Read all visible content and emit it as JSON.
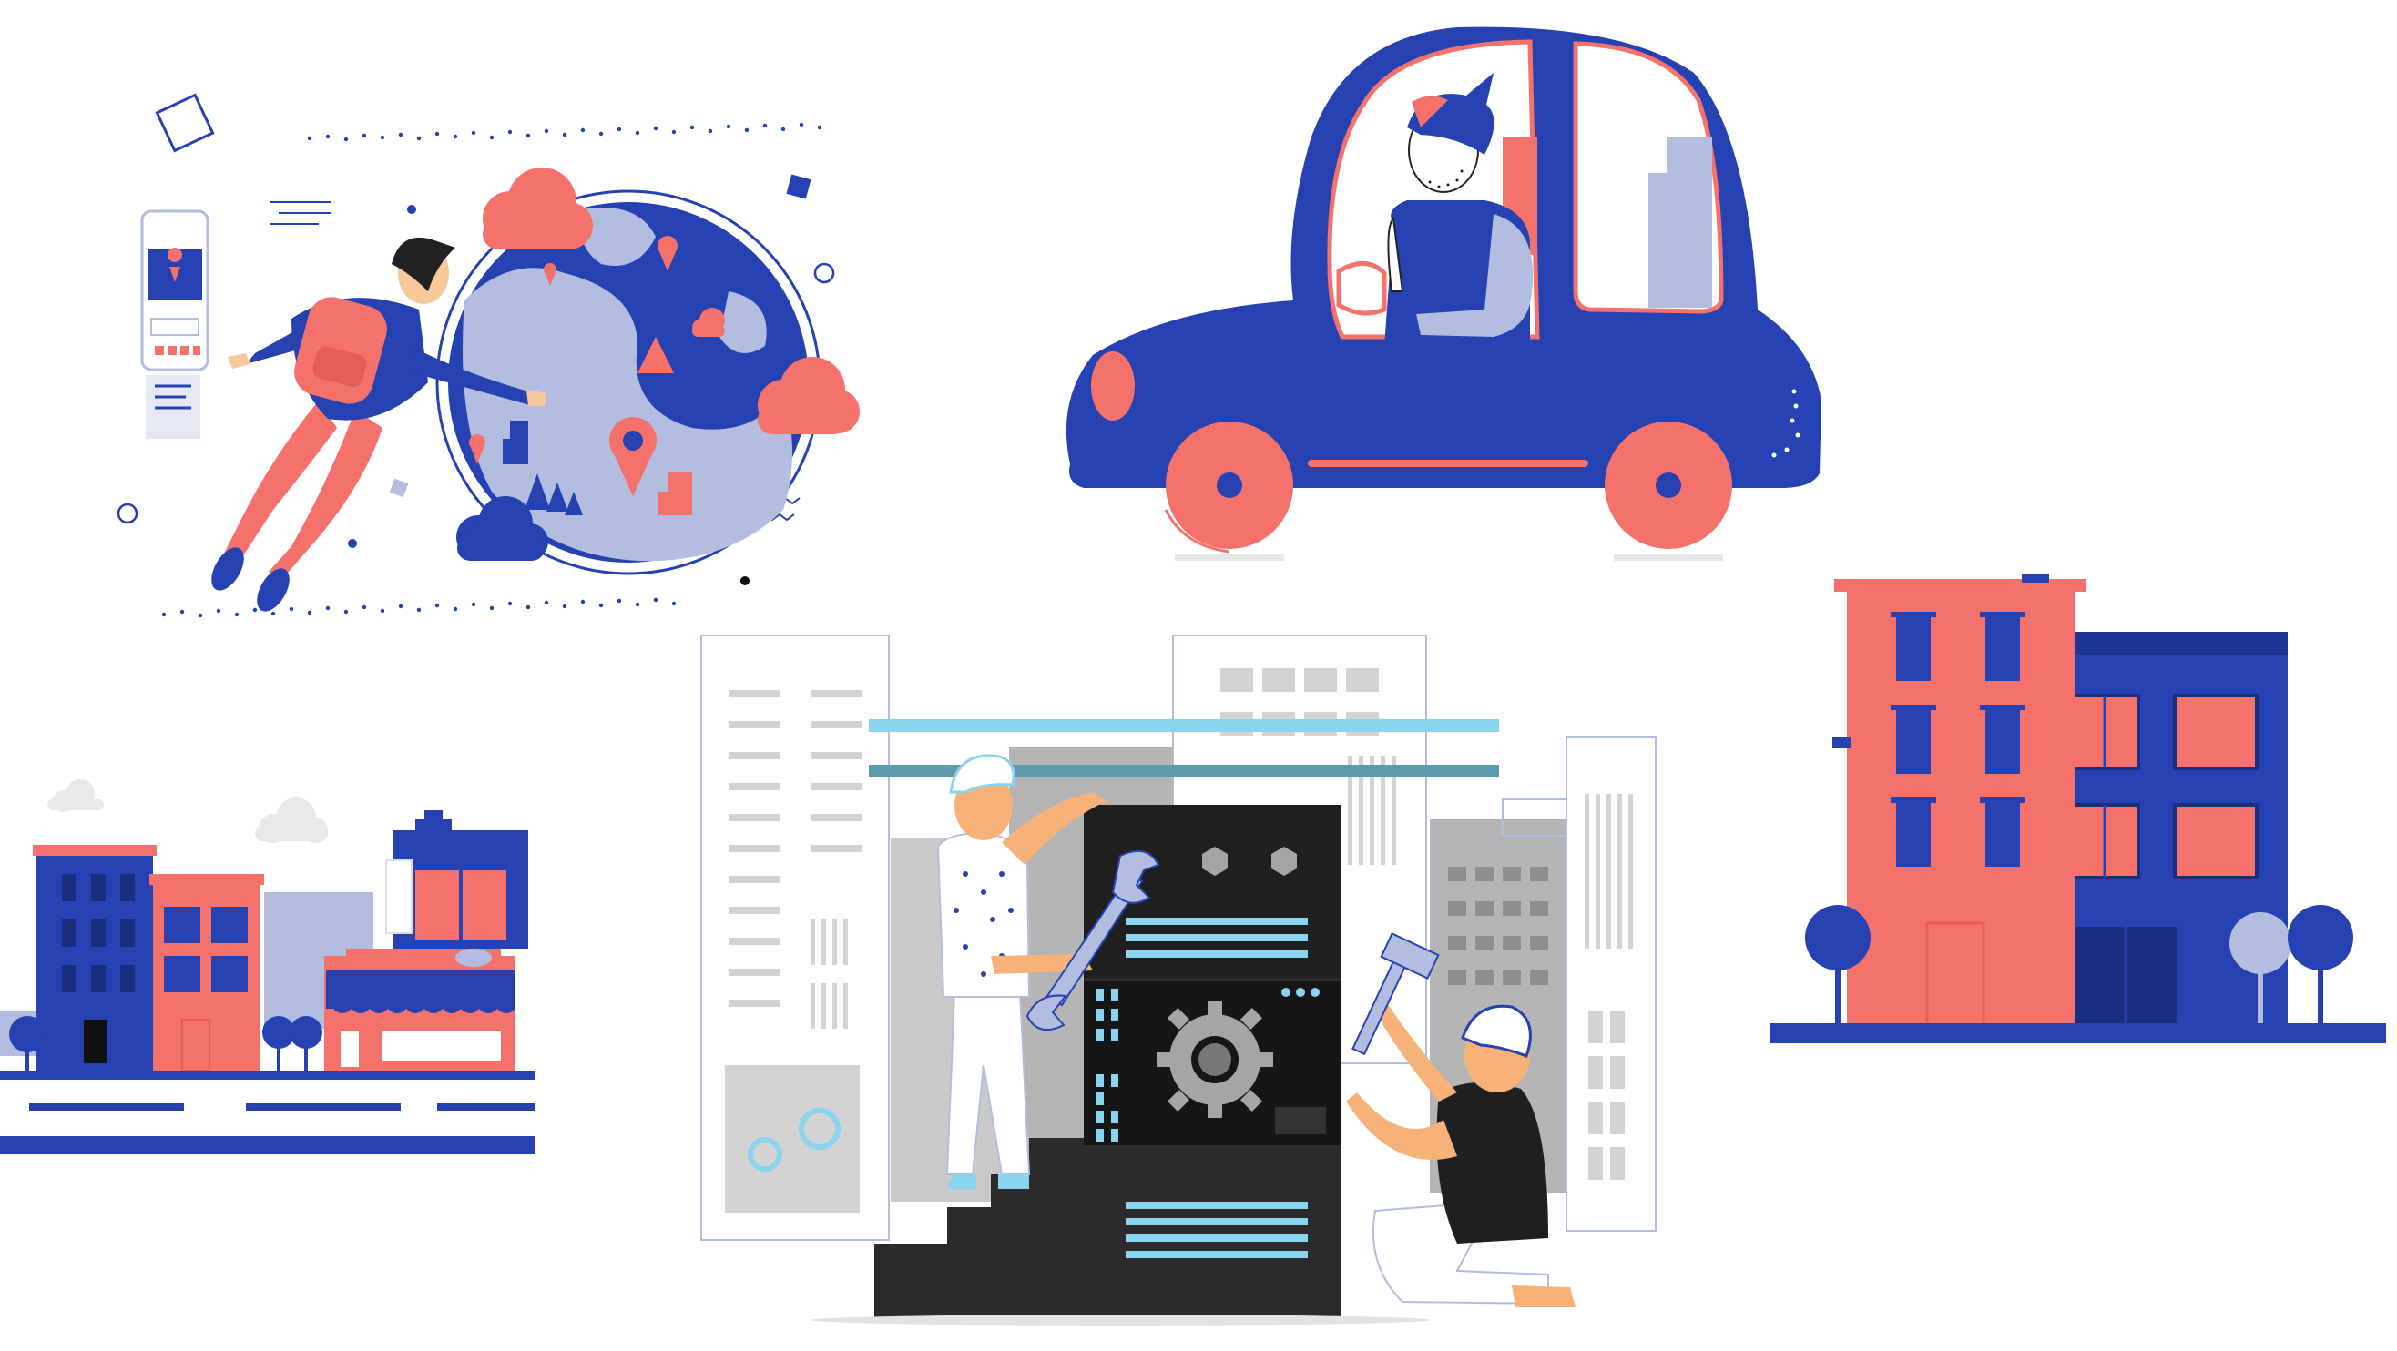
{
  "palette": {
    "blue": "#2541b2",
    "coral": "#f5716c",
    "light_blue": "#b2bde0",
    "sky": "#8ad4ef",
    "dark": "#1f1f1f",
    "grey": "#c9c9c9",
    "white": "#ffffff"
  },
  "scenes": [
    {
      "id": "traveler-globe",
      "icons": [
        "backpack-icon",
        "location-pin-icon",
        "phone-icon",
        "cloud-icon",
        "tree-icon",
        "building-icon"
      ]
    },
    {
      "id": "car-driver",
      "icons": [
        "car-icon",
        "steering-wheel-icon",
        "wheel-icon"
      ]
    },
    {
      "id": "city-street",
      "icons": [
        "building-icon",
        "tree-icon",
        "cloud-icon",
        "shop-awning-icon"
      ]
    },
    {
      "id": "server-engineers",
      "icons": [
        "wrench-icon",
        "gear-icon",
        "hexagon-bolt-icon",
        "hammer-icon",
        "server-rack-icon"
      ]
    },
    {
      "id": "apartment-buildings",
      "icons": [
        "building-icon",
        "tree-icon",
        "window-icon"
      ]
    }
  ]
}
